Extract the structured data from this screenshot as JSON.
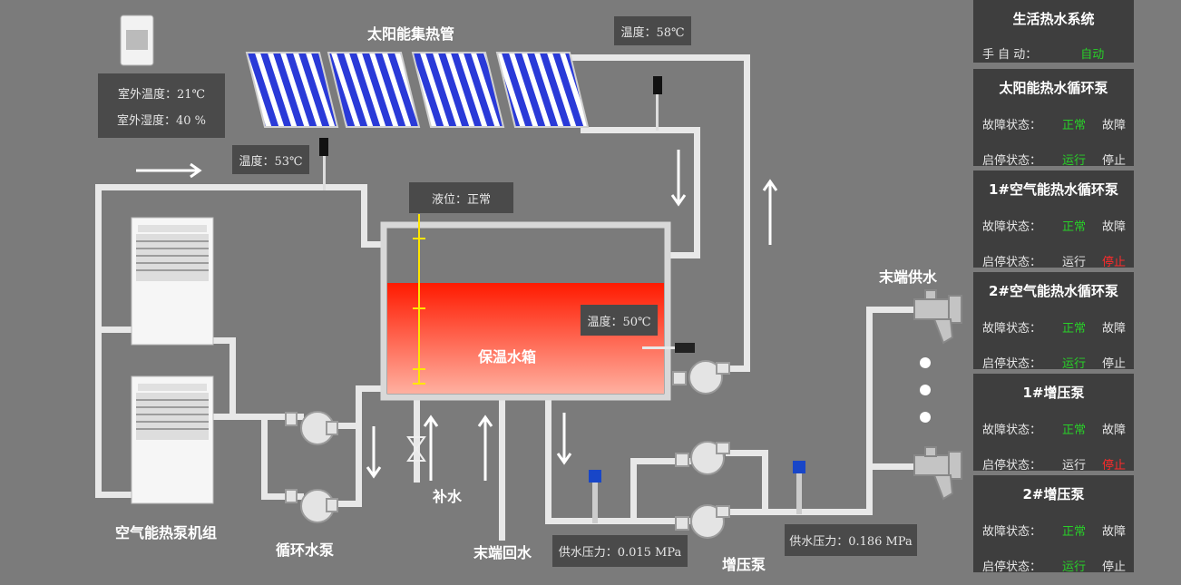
{
  "labels": {
    "solar_collector": "太阳能集热管",
    "heat_pump_unit": "空气能热泵机组",
    "circ_pump": "循环水泵",
    "tank": "保温水箱",
    "makeup": "补水",
    "return": "末端回水",
    "booster": "增压泵",
    "supply": "末端供水"
  },
  "readouts": {
    "outdoor_temp": "室外温度：21℃",
    "outdoor_hum": "室外湿度：40 %",
    "temp_top": "温度：58℃",
    "temp_left": "温度：53℃",
    "level": "液位：正常",
    "temp_tank": "温度：50℃",
    "pressure_1": "供水压力：0.015 MPa",
    "pressure_2": "供水压力：0.186 MPa"
  },
  "panel": {
    "title": "生活热水系统",
    "mode_key": "手 自 动：",
    "mode_val": "自动",
    "pumps": [
      {
        "name": "太阳能热水循环泵",
        "fault_key": "故障状态：",
        "fault_a": "正常",
        "fault_b": "故障",
        "run_key": "启停状态：",
        "run_a": "运行",
        "run_b": "停止",
        "fault_active": "a",
        "run_active": "a"
      },
      {
        "name": "1#空气能热水循环泵",
        "fault_key": "故障状态：",
        "fault_a": "正常",
        "fault_b": "故障",
        "run_key": "启停状态：",
        "run_a": "运行",
        "run_b": "停止",
        "fault_active": "a",
        "run_active": "b"
      },
      {
        "name": "2#空气能热水循环泵",
        "fault_key": "故障状态：",
        "fault_a": "正常",
        "fault_b": "故障",
        "run_key": "启停状态：",
        "run_a": "运行",
        "run_b": "停止",
        "fault_active": "a",
        "run_active": "a"
      },
      {
        "name": "1#增压泵",
        "fault_key": "故障状态：",
        "fault_a": "正常",
        "fault_b": "故障",
        "run_key": "启停状态：",
        "run_a": "运行",
        "run_b": "停止",
        "fault_active": "a",
        "run_active": "b"
      },
      {
        "name": "2#增压泵",
        "fault_key": "故障状态：",
        "fault_a": "正常",
        "fault_b": "故障",
        "run_key": "启停状态：",
        "run_a": "运行",
        "run_b": "停止",
        "fault_active": "a",
        "run_active": "a"
      }
    ]
  },
  "colors": {
    "active_green": "#28d028",
    "active_red": "#ff2a2a",
    "water_top": "#ff1a00",
    "water_bottom": "#ffb0a0",
    "pipe": "#e8e8e8"
  }
}
